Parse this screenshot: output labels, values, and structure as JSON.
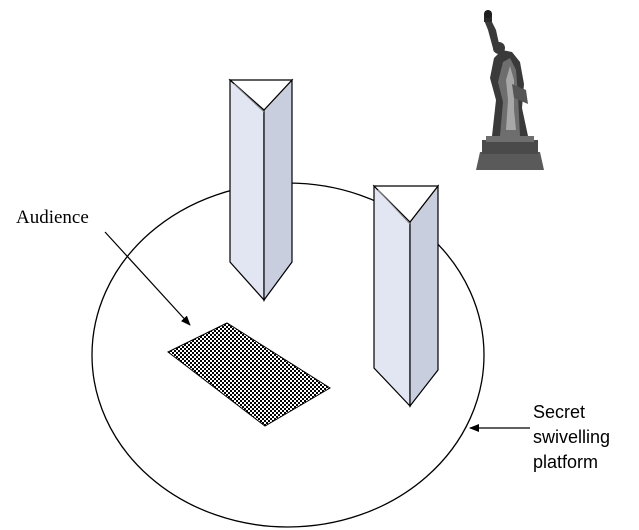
{
  "labels": {
    "audience": "Audience",
    "platform_line1": "Secret",
    "platform_line2": "swivelling",
    "platform_line3": "platform"
  },
  "colors": {
    "stroke": "#000000",
    "prism_face_light": "#e2e6f2",
    "prism_face_shade": "#c9cedf",
    "prism_top": "#ffffff",
    "statue_dark": "#3a3a3a",
    "statue_mid": "#6e6e6e",
    "statue_light": "#a8a8a8"
  },
  "icons": {
    "statue": "statue-of-liberty-icon"
  }
}
